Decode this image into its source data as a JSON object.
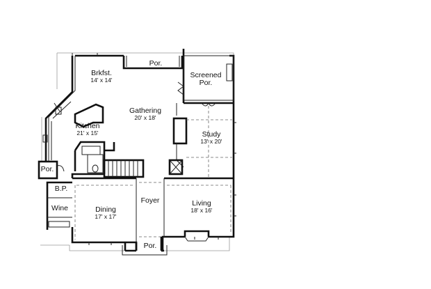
{
  "rooms": {
    "brkfst": {
      "name": "Brkfst.",
      "dims": "14' x 14'"
    },
    "por_top": {
      "name": "Por."
    },
    "screened_por": {
      "name": "Screened Por."
    },
    "gathering": {
      "name": "Gathering",
      "dims": "20' x 18'"
    },
    "kitchen": {
      "name": "Kitchen",
      "dims": "21' x 15'"
    },
    "study": {
      "name": "Study",
      "dims": "13' x 20'"
    },
    "por_left": {
      "name": "Por."
    },
    "bp": {
      "name": "B.P."
    },
    "wine": {
      "name": "Wine"
    },
    "dining": {
      "name": "Dining",
      "dims": "17' x 17'"
    },
    "foyer": {
      "name": "Foyer"
    },
    "living": {
      "name": "Living",
      "dims": "18' x 16'"
    },
    "por_bottom": {
      "name": "Por."
    }
  }
}
